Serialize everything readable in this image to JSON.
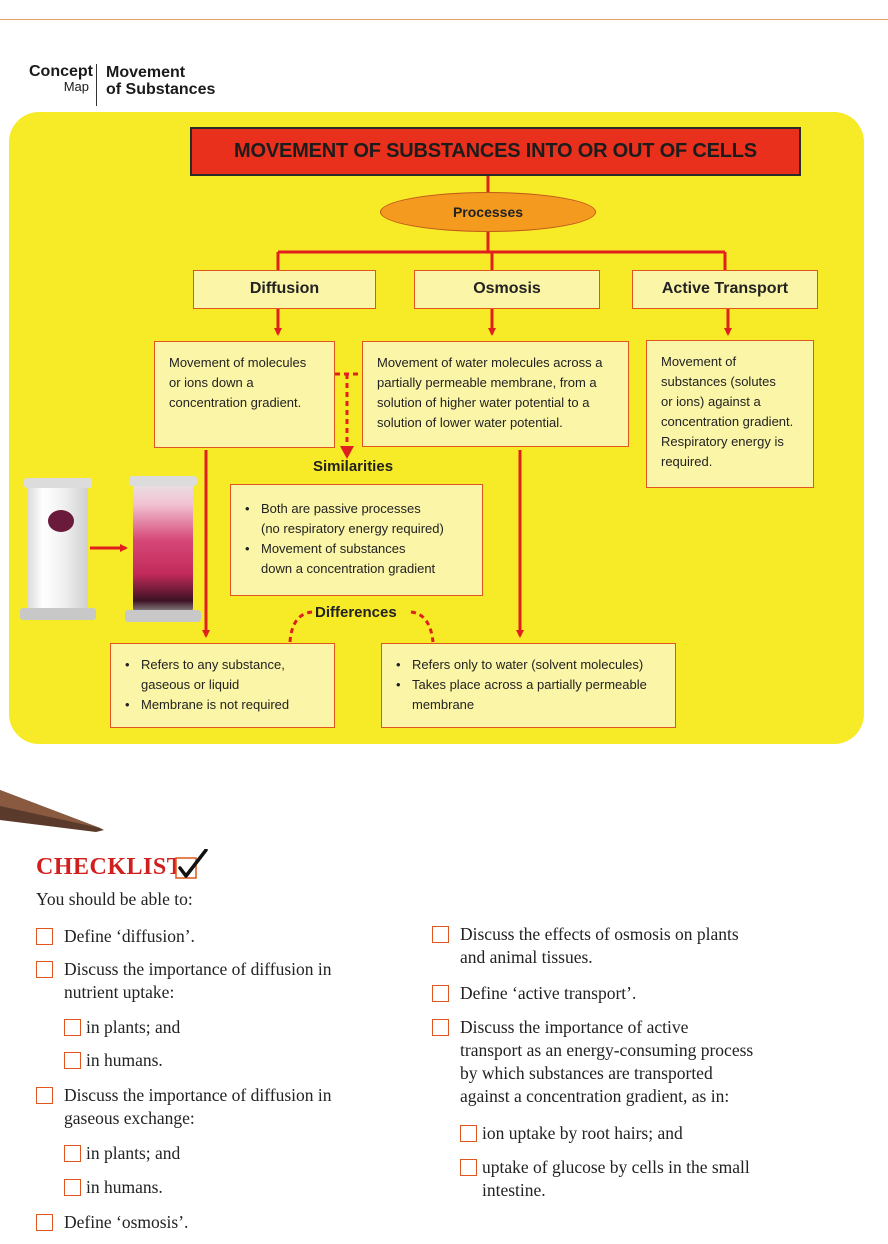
{
  "header": {
    "concept_word": "Concept",
    "map_word": "Map",
    "title_line1": "Movement",
    "title_line2": "of Substances"
  },
  "concept_map": {
    "main_title": "MOVEMENT OF SUBSTANCES INTO OR OUT OF CELLS",
    "processes_label": "Processes",
    "diffusion": {
      "title": "Diffusion",
      "description": [
        "Movement of molecules",
        "or ions down a",
        "concentration gradient."
      ]
    },
    "osmosis": {
      "title": "Osmosis",
      "description": [
        "Movement of water molecules across a",
        "partially permeable membrane, from a",
        "solution of higher water potential to a",
        "solution of lower water potential."
      ]
    },
    "active_transport": {
      "title": "Active Transport",
      "description": [
        "Movement of",
        "substances (solutes",
        "or ions) against a",
        "concentration gradient.",
        "Respiratory energy is",
        "required."
      ]
    },
    "similarities_label": "Similarities",
    "similarities": [
      [
        "Both are passive processes",
        "(no respiratory energy required)"
      ],
      [
        "Movement of substances",
        "down a concentration gradient"
      ]
    ],
    "differences_label": "Differences",
    "diffusion_differences": [
      [
        "Refers to any substance,",
        "gaseous or liquid"
      ],
      [
        "Membrane is not required"
      ]
    ],
    "osmosis_differences": [
      [
        "Refers only to water (solvent molecules)"
      ],
      [
        "Takes place across a partially permeable",
        "membrane"
      ]
    ]
  },
  "colors": {
    "panel": "#f7ea27",
    "title_box": "#e8301c",
    "oval": "#f39a1f",
    "box_fill": "#fbf5a7",
    "connector": "#e0201e",
    "checklist_heading": "#d0201e"
  },
  "checklist": {
    "heading": "CHECKLIST",
    "intro": "You should be able to:",
    "left": [
      {
        "text": [
          "Define ‘diffusion’."
        ]
      },
      {
        "text": [
          "Discuss the importance of diffusion in",
          "nutrient uptake:"
        ]
      },
      {
        "text": [
          "in plants; and"
        ],
        "sub": true
      },
      {
        "text": [
          "in humans."
        ],
        "sub": true
      },
      {
        "text": [
          "Discuss the importance of diffusion in",
          "gaseous exchange:"
        ]
      },
      {
        "text": [
          "in plants; and"
        ],
        "sub": true
      },
      {
        "text": [
          "in humans."
        ],
        "sub": true
      },
      {
        "text": [
          "Define ‘osmosis’."
        ]
      }
    ],
    "right": [
      {
        "text": [
          "Discuss the effects of osmosis on plants",
          "and animal tissues."
        ]
      },
      {
        "text": [
          "Define ‘active transport’."
        ]
      },
      {
        "text": [
          "Discuss the importance of active",
          "transport as an energy-consuming process",
          "by which substances are transported",
          "against a concentration gradient, as in:"
        ]
      },
      {
        "text": [
          "ion uptake by root hairs; and"
        ],
        "sub": true
      },
      {
        "text": [
          "uptake of glucose by cells in the small",
          "intestine."
        ],
        "sub": true
      }
    ]
  }
}
